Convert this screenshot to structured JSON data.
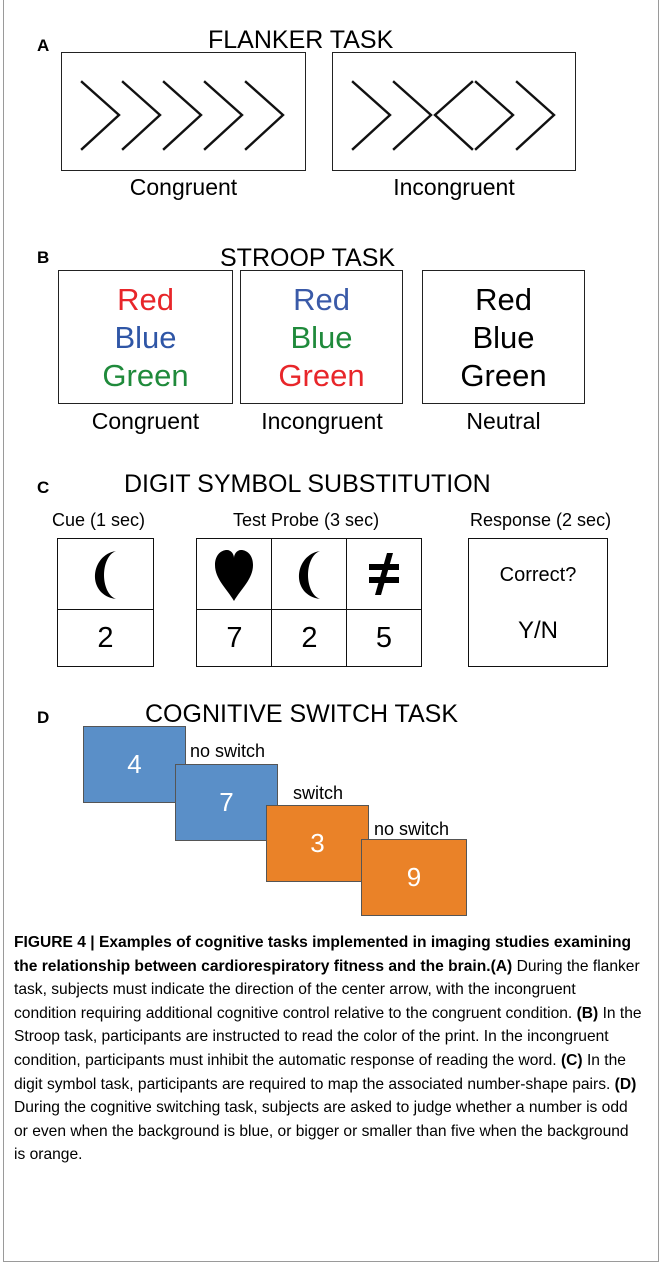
{
  "panel_a": {
    "letter": "A",
    "title": "FLANKER TASK",
    "congruent_label": "Congruent",
    "incongruent_label": "Incongruent"
  },
  "panel_b": {
    "letter": "B",
    "title": "STROOP TASK",
    "columns": [
      {
        "label": "Congruent",
        "words": [
          {
            "text": "Red",
            "color": "#e8262a"
          },
          {
            "text": "Blue",
            "color": "#2f56a6"
          },
          {
            "text": "Green",
            "color": "#1f8a3b"
          }
        ]
      },
      {
        "label": "Incongruent",
        "words": [
          {
            "text": "Red",
            "color": "#3a5aa8"
          },
          {
            "text": "Blue",
            "color": "#1f8a3b"
          },
          {
            "text": "Green",
            "color": "#e8262a"
          }
        ]
      },
      {
        "label": "Neutral",
        "words": [
          {
            "text": "Red",
            "color": "#000000"
          },
          {
            "text": "Blue",
            "color": "#000000"
          },
          {
            "text": "Green",
            "color": "#000000"
          }
        ]
      }
    ]
  },
  "panel_c": {
    "letter": "C",
    "title": "DIGIT SYMBOL SUBSTITUTION",
    "cue_label": "Cue (1 sec)",
    "probe_label": "Test Probe (3 sec)",
    "response_label": "Response (2 sec)",
    "cue_digit": "2",
    "probe_digits": [
      "7",
      "2",
      "5"
    ],
    "response_question": "Correct?",
    "response_answer": "Y/N"
  },
  "panel_d": {
    "letter": "D",
    "title": "COGNITIVE SWITCH TASK",
    "cards": [
      {
        "digit": "4",
        "color": "#5a8fc8"
      },
      {
        "digit": "7",
        "color": "#5a8fc8"
      },
      {
        "digit": "3",
        "color": "#ea8228"
      },
      {
        "digit": "9",
        "color": "#ea8228"
      }
    ],
    "transitions": [
      "no switch",
      "switch",
      "no switch"
    ]
  },
  "caption": {
    "lead": "FIGURE 4 | Examples of cognitive tasks implemented in imaging studies examining the relationship between cardiorespiratory fitness and the brain.",
    "a_tag": "(A)",
    "a_text": " During the flanker task, subjects must indicate the direction of the center arrow, with the incongruent condition requiring additional cognitive control relative to the congruent condition. ",
    "b_tag": "(B)",
    "b_text": " In the Stroop task, participants are instructed to read the color of the print. In the incongruent condition, participants must inhibit the automatic response of reading the word. ",
    "c_tag": "(C)",
    "c_text": " In the digit symbol task, participants are required to map the associated number-shape pairs. ",
    "d_tag": "(D)",
    "d_text": " During the cognitive switching task, subjects are asked to judge whether a number is odd or even when the background is blue, or bigger or smaller than five when the background is orange."
  }
}
